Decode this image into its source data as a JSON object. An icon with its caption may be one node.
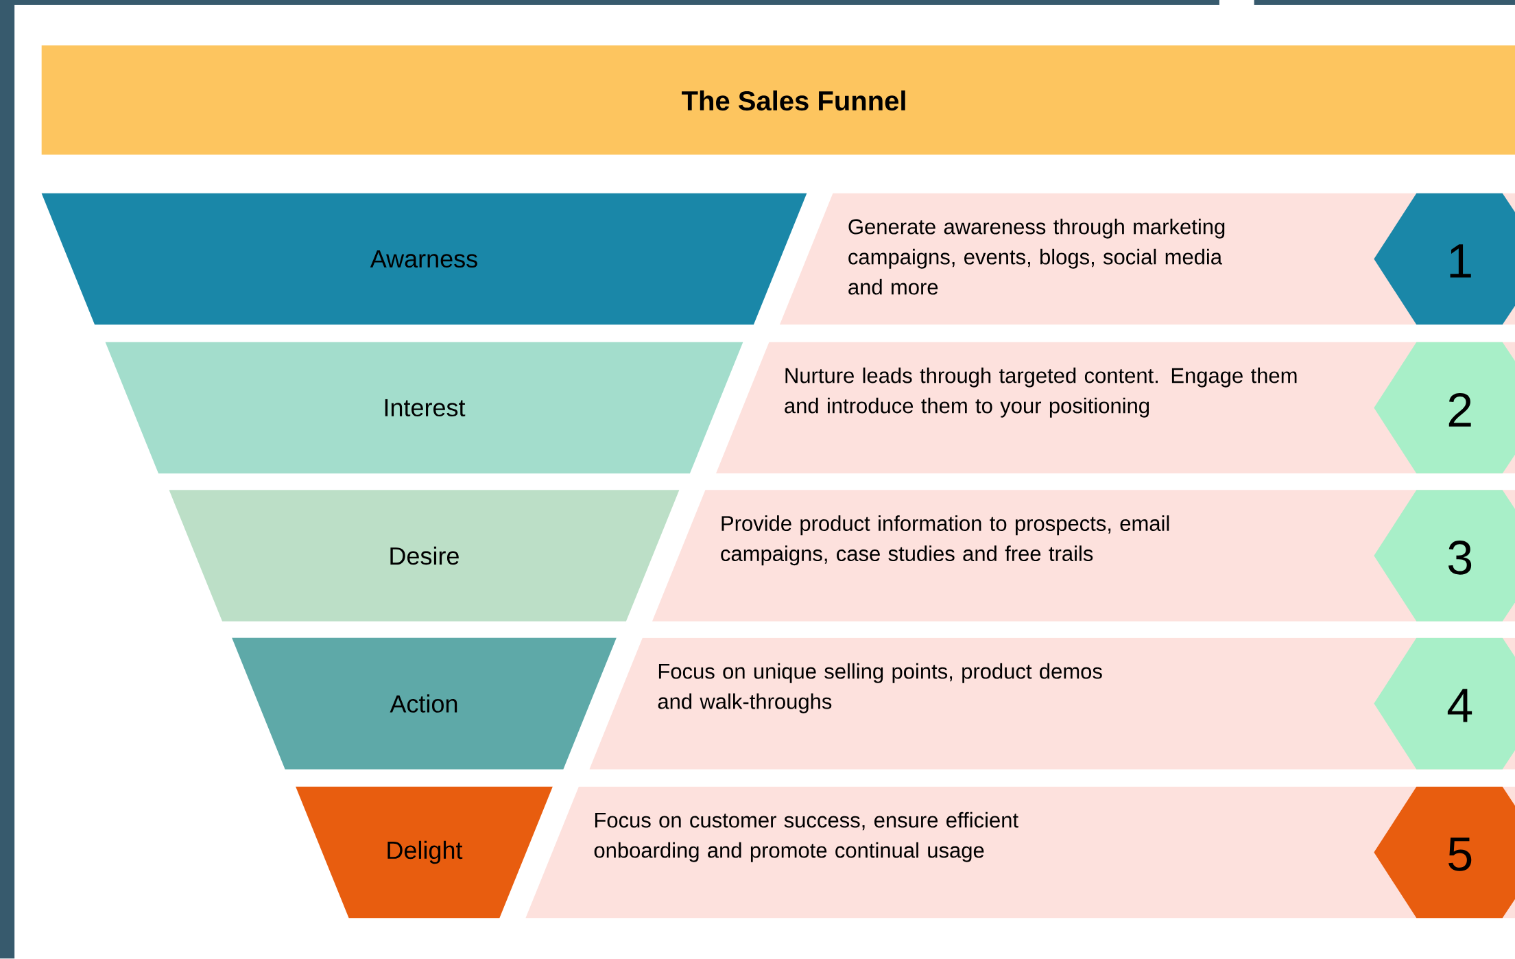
{
  "diagram": {
    "title": "The Sales Funnel",
    "nodes": [
      {
        "text": [
          "Awarness"
        ]
      },
      {
        "text": [
          "Interest"
        ]
      },
      {
        "text": [
          "Desire"
        ]
      },
      {
        "text": [
          "Action"
        ]
      },
      {
        "text": [
          "Delight"
        ]
      },
      {
        "text": [
          "Generate awareness through marketing campaigns, events, blogs, social media and more"
        ]
      },
      {
        "text": [
          "Nurture leads through targeted content. Engage them and introduce them to your positioning"
        ]
      },
      {
        "text": [
          "Provide product information to prospects, email campaigns, case studies and free trails"
        ]
      },
      {
        "text": [
          "Focus on unique selling points, product demos and walk-throughs"
        ]
      },
      {
        "text": [
          "Focus on customer success, ensure efficient onboarding and promote continual usage"
        ]
      },
      {
        "text": [
          "1"
        ]
      },
      {
        "text": [
          "2"
        ]
      },
      {
        "text": [
          "3"
        ]
      },
      {
        "text": [
          "4"
        ]
      },
      {
        "text": [
          "5"
        ]
      }
    ]
  }
}
